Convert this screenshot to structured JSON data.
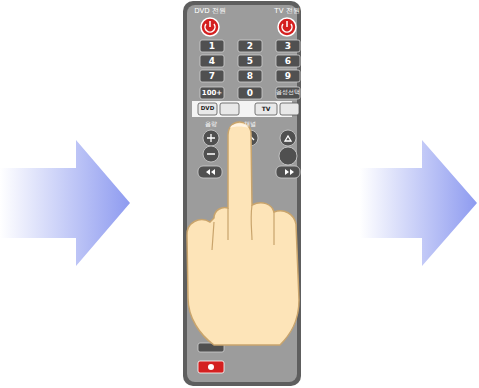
{
  "diagram": {
    "labels": [
      "DVD 전원",
      "TV 전원",
      "1",
      "2",
      "3",
      "4",
      "5",
      "6",
      "7",
      "8",
      "9",
      "100+",
      "0",
      "음성선택",
      "DVD",
      "TV",
      "음량",
      "채널"
    ]
  }
}
